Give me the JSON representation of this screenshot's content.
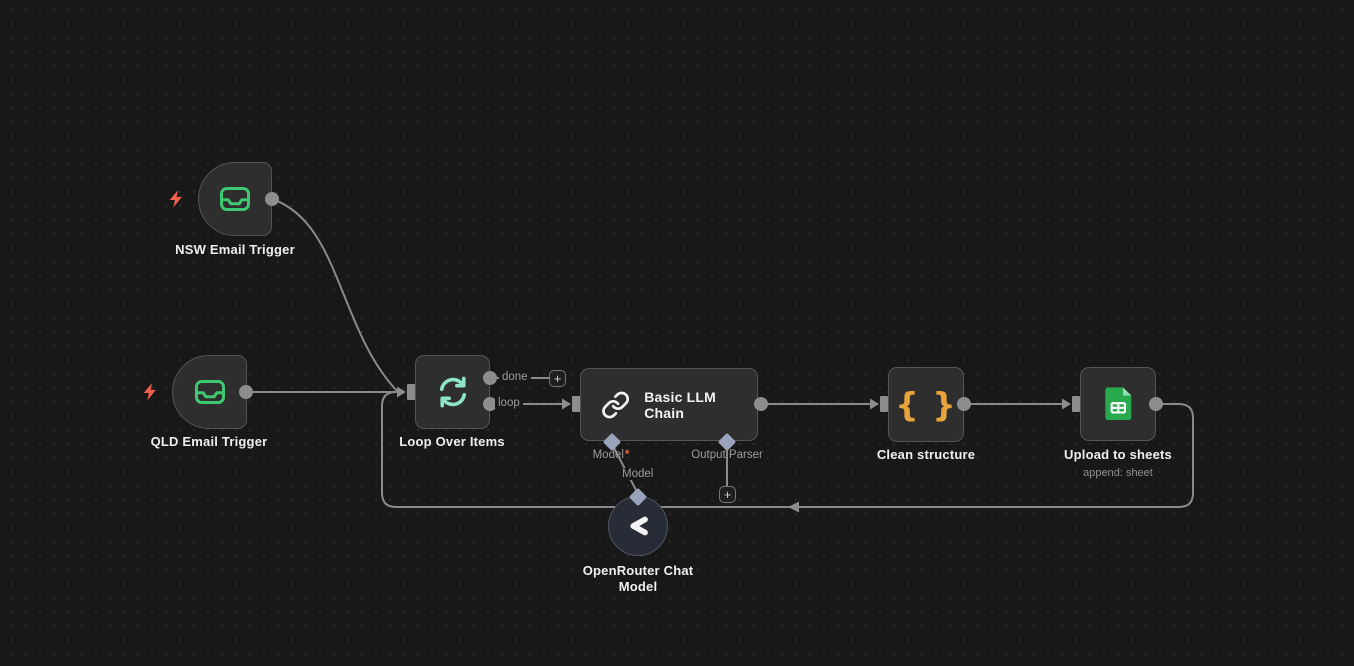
{
  "app": "workflow-editor-canvas",
  "nodes": {
    "nsw_trigger": {
      "label": "NSW Email Trigger"
    },
    "qld_trigger": {
      "label": "QLD Email Trigger"
    },
    "loop_over_items": {
      "label": "Loop Over Items",
      "output_done": "done",
      "output_loop": "loop"
    },
    "basic_llm_chain": {
      "title": "Basic LLM Chain",
      "port_model": "Model",
      "port_model_required_marker": "*",
      "port_output_parser": "Output Parser",
      "wire_label_model": "Model"
    },
    "clean_structure": {
      "label": "Clean structure",
      "icon_glyph": "{ }"
    },
    "upload_to_sheets": {
      "label": "Upload to sheets",
      "subtitle": "append: sheet"
    },
    "openrouter_chat_model": {
      "label": "OpenRouter Chat Model"
    }
  },
  "buttons": {
    "plus_done": "+",
    "plus_output_parser": "+"
  },
  "colors": {
    "canvas_bg": "#181818",
    "node_bg": "#2e2e2e",
    "wire": "#8a8a8a",
    "trigger_green": "#3fc872",
    "loop_mint": "#8de4c9",
    "braces_orange": "#e9a33c",
    "sheets_green": "#28a94e",
    "lightning_red": "#f0614c",
    "diamond_slate": "#9aa3bb"
  }
}
